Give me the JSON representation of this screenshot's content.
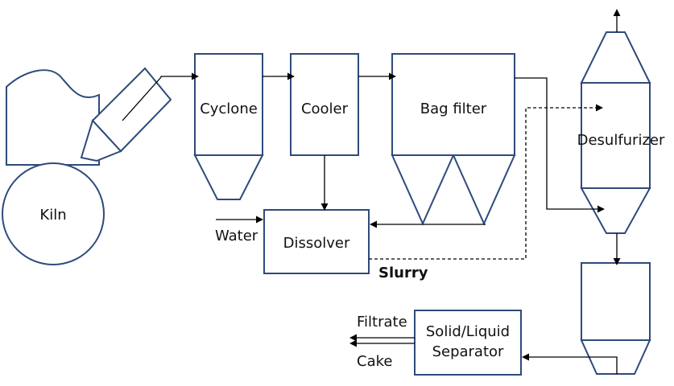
{
  "labels": {
    "kiln": "Kiln",
    "cyclone": "Cyclone",
    "cooler": "Cooler",
    "bag_filter": "Bag filter",
    "desulfurizer": "Desulfurizer",
    "dissolver": "Dissolver",
    "water": "Water",
    "slurry": "Slurry",
    "separator_line1": "Solid/Liquid",
    "separator_line2": "Separator",
    "filtrate": "Filtrate",
    "cake": "Cake"
  },
  "colors": {
    "equipment_stroke": "#2e4a7a",
    "flow_line": "#000000"
  }
}
